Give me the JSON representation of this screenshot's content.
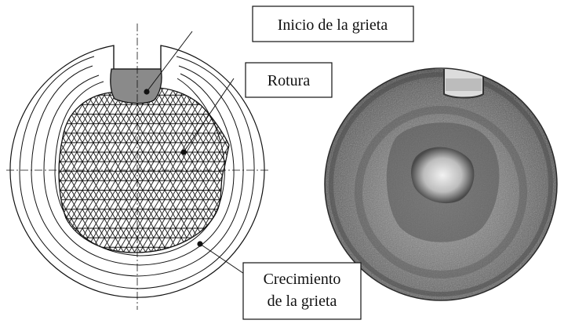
{
  "callouts": {
    "crack_start": "Inicio de la grieta",
    "fracture": "Rotura",
    "crack_growth_line1": "Crecimiento",
    "crack_growth_line2": "de la grieta"
  },
  "colors": {
    "ink": "#111111",
    "initiation_fill": "#8a8a8a",
    "paper": "#ffffff",
    "metal_dark": "#3a3a3a",
    "metal_mid": "#8f8f8f",
    "metal_light": "#d8d8d8"
  }
}
